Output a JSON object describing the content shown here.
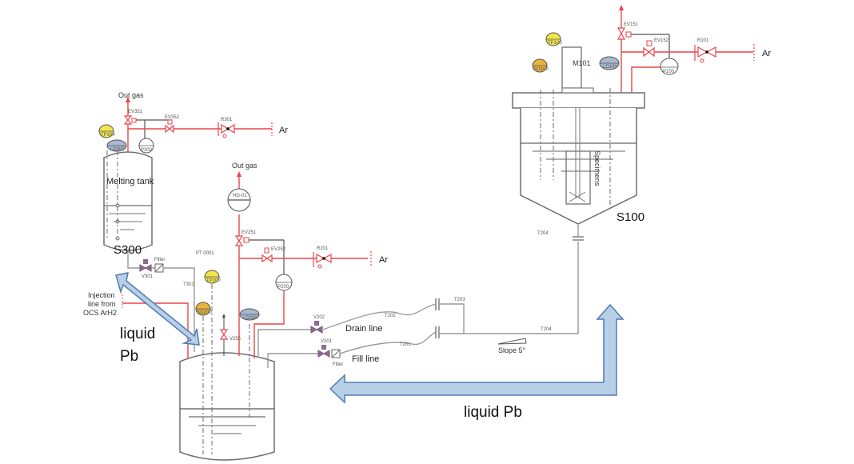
{
  "colors": {
    "pipe_gas": "#e8464a",
    "pipe_lead": "#9a9a9a",
    "sensor_temperature": "#f2e64a",
    "sensor_oxygen": "#e9b43a",
    "sensor_level": "#a9b9d2",
    "valve_purple": "#8e6a8e",
    "flow_arrow": "#b8cfe8"
  },
  "tanks": {
    "s300": {
      "name": "S300",
      "description": "Melting tank"
    },
    "s200": {
      "name": ""
    },
    "s100": {
      "name": "S100",
      "inner_label": "Specimens",
      "motor": "M101"
    }
  },
  "sensors": {
    "tp300": "TP300",
    "ld300": "LD300",
    "p300": "P300",
    "tp200": "TP200",
    "ld200": "LD200",
    "p200": "P200",
    "so200": "SO200",
    "tp100": "TP100",
    "so100": "SO100",
    "ld100": "LD100",
    "p100": "P100",
    "pt0001": "PT 0001",
    "hg01": "HG-01"
  },
  "valves": {
    "ev351": "EV351",
    "ev352": "EV352",
    "r301": "R301",
    "ev251": "EV251",
    "ev252": "EV252",
    "r201": "R201",
    "v255": "V255",
    "ev151": "EV151",
    "ev152": "EV152",
    "r101": "R101",
    "v301": "V301",
    "v202": "V202",
    "v201": "V201"
  },
  "pipes": {
    "t301": "T301",
    "t202": "T202",
    "t201": "T201",
    "t203": "T203",
    "t204": "T204"
  },
  "labels": {
    "out_gas": "Out gas",
    "argon": "Ar",
    "filter": "Filter",
    "injection_line": [
      "Injection",
      "line from",
      "OCS ArH2"
    ],
    "drain_line": "Drain line",
    "fill_line": "Fill line",
    "slope": "Slope 5°",
    "liquid_pb_left": [
      "liquid",
      "Pb"
    ],
    "liquid_pb_bottom": "liquid Pb"
  }
}
